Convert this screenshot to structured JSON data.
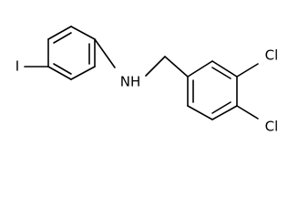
{
  "molecule": {
    "atoms": {
      "iodine": "I",
      "amine": "NH",
      "chlorine_top": "Cl",
      "chlorine_bottom": "Cl"
    },
    "bond_color": "#000000",
    "label_color": "#000000",
    "background": "#ffffff"
  }
}
